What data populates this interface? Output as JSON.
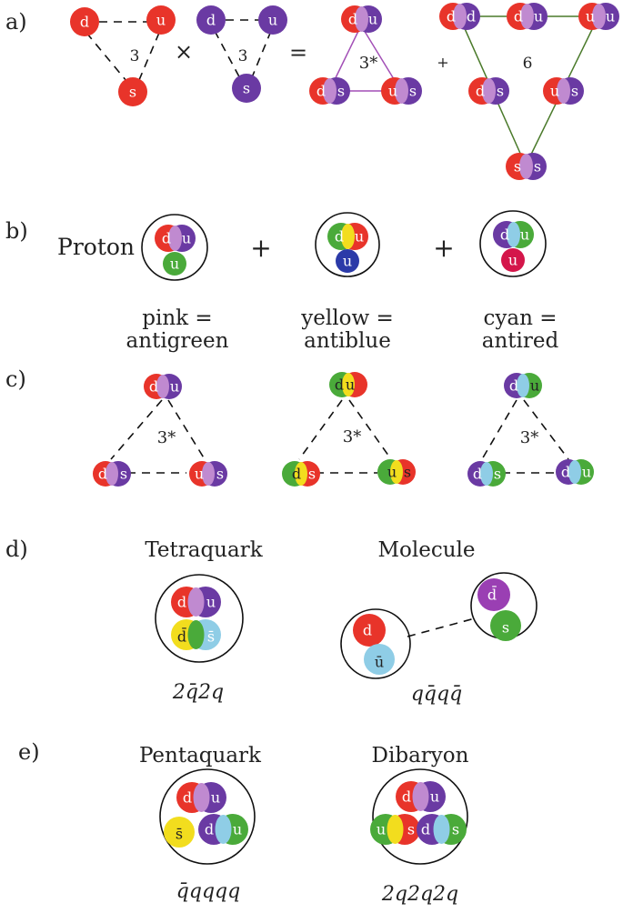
{
  "panel_labels": {
    "a": "a)",
    "b": "b)",
    "c": "c)",
    "d": "d)",
    "e": "e)"
  },
  "quarks": {
    "d": "d",
    "u": "u",
    "s": "s",
    "dbar": "d̄",
    "sbar": "s̄",
    "ubar": "ū"
  },
  "colors": {
    "red": "#e8342a",
    "purple": "#6a3aa3",
    "green": "#4aaa3a",
    "blue": "#2b3aa8",
    "pink": "#c08ad0",
    "yellow": "#f2dd1e",
    "cyan": "#8fcde6",
    "crimson": "#d4164a",
    "line_purple": "#a24fb6",
    "line_green": "#4a7a2a"
  },
  "panel_a": {
    "mult_3a": "3",
    "times": "×",
    "mult_3b": "3",
    "equals": "=",
    "anti_triplet": "3*",
    "plus": "+",
    "sextet": "6"
  },
  "panel_b": {
    "proton": "Proton",
    "plus1": "+",
    "plus2": "+"
  },
  "color_legend": [
    {
      "top": "pink =",
      "bottom": "antigreen"
    },
    {
      "top": "yellow =",
      "bottom": "antiblue"
    },
    {
      "top": "cyan =",
      "bottom": "antired"
    }
  ],
  "panel_c": {
    "triplet_label": "3*"
  },
  "panel_d": {
    "tetraquark": "Tetraquark",
    "molecule": "Molecule",
    "tetra_formula": "2q̄2q",
    "molecule_formula": "qq̄qq̄"
  },
  "panel_e": {
    "pentaquark": "Pentaquark",
    "dibaryon": "Dibaryon",
    "penta_formula": "q̄qqqq",
    "dibaryon_formula": "2q2q2q"
  }
}
